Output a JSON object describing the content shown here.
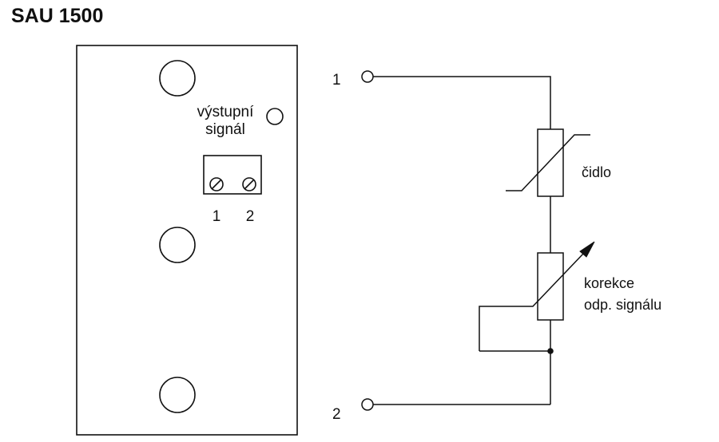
{
  "title": "SAU 1500",
  "panel": {
    "output_label_line1": "výstupní",
    "output_label_line2": "signál",
    "terminal_1": "1",
    "terminal_2": "2"
  },
  "circuit": {
    "input_1": "1",
    "input_2": "2",
    "sensor_label": "čidlo",
    "correction_label_line1": "korekce",
    "correction_label_line2": "odp. signálu"
  }
}
